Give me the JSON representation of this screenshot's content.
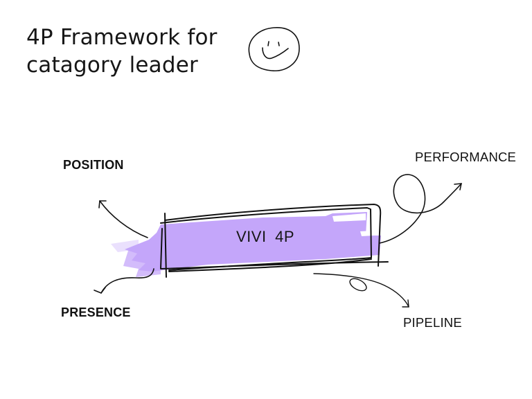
{
  "title": {
    "line1": "4P Framework for",
    "line2": "catagory leader"
  },
  "center": {
    "label": "VIVI  4P"
  },
  "branches": [
    {
      "id": "position",
      "label": "POSITION"
    },
    {
      "id": "performance",
      "label": "PERFORMANCE"
    },
    {
      "id": "presence",
      "label": "PRESENCE"
    },
    {
      "id": "pipeline",
      "label": "PIPELINE"
    }
  ],
  "icons": {
    "smiley": "smiley-face-doodle"
  },
  "colors": {
    "highlight": "#C4A6FA",
    "ink": "#111111"
  }
}
